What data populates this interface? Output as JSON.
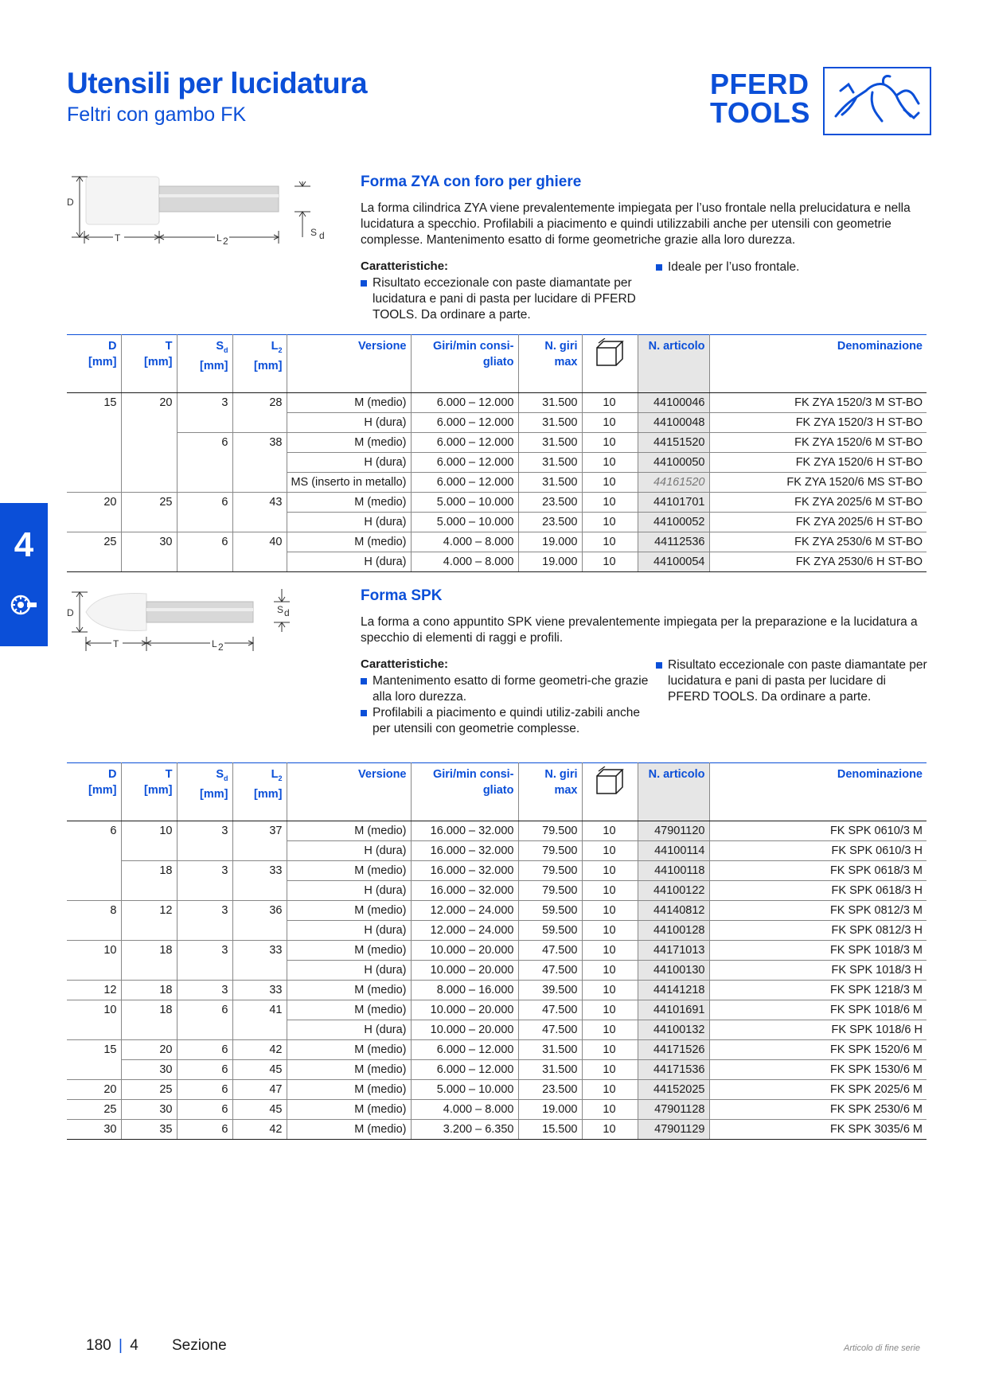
{
  "header": {
    "title": "Utensili per lucidatura",
    "subtitle": "Feltri con gambo FK"
  },
  "logo": {
    "line1": "PFERD",
    "line2": "TOOLS"
  },
  "side_tab": {
    "number": "4"
  },
  "colors": {
    "brand": "#0b4fd8",
    "article_bg": "#e6e6e6"
  },
  "table_columns": {
    "d": "D",
    "d_unit": "[mm]",
    "t": "T",
    "t_unit": "[mm]",
    "sd": "S",
    "sd_sub": "d",
    "sd_unit": "[mm]",
    "l2": "L",
    "l2_sub": "2",
    "l2_unit": "[mm]",
    "versione": "Versione",
    "giri1": "Giri/min consi-",
    "giri2": "gliato",
    "ngiri1": "N. giri",
    "ngiri2": "max",
    "pack_icon": "box-icon",
    "articolo": "N. articolo",
    "denominazione": "Denominazione"
  },
  "section1": {
    "title": "Forma ZYA con foro per ghiere",
    "description": "La forma cilindrica ZYA viene prevalentemente impiegata per l’uso frontale nella prelucidatura e nella lucidatura a specchio. Profilabili a piacimento e quindi utilizzabili anche per utensili con geometrie complesse. Mantenimento esatto di forme geometriche grazie alla loro durezza.",
    "features_heading": "Caratteristiche:",
    "features_left": [
      "Risultato eccezionale con paste diamantate per lucidatura e pani di pasta per lucidare di PFERD TOOLS. Da ordinare a parte."
    ],
    "features_right": [
      "Ideale per l’uso frontale."
    ],
    "drawing_labels": {
      "d": "D",
      "t": "T",
      "l": "L",
      "l_sub": "2",
      "s": "S",
      "s_sub": "d"
    },
    "rows": [
      [
        "15",
        "20",
        "3",
        "28",
        "M (medio)",
        "6.000 – 12.000",
        "31.500",
        "10",
        "44100046",
        "FK ZYA 1520/3 M ST-BO"
      ],
      [
        "",
        "",
        "",
        "",
        "H (dura)",
        "6.000 – 12.000",
        "31.500",
        "10",
        "44100048",
        "FK ZYA 1520/3 H ST-BO"
      ],
      [
        "",
        "",
        "6",
        "38",
        "M (medio)",
        "6.000 – 12.000",
        "31.500",
        "10",
        "44151520",
        "FK ZYA 1520/6 M ST-BO"
      ],
      [
        "",
        "",
        "",
        "",
        "H (dura)",
        "6.000 – 12.000",
        "31.500",
        "10",
        "44100050",
        "FK ZYA 1520/6 H ST-BO"
      ],
      [
        "",
        "",
        "",
        "",
        "MS (inserto in metallo)",
        "6.000 – 12.000",
        "31.500",
        "10",
        "44161520",
        "FK ZYA 1520/6 MS ST-BO"
      ],
      [
        "20",
        "25",
        "6",
        "43",
        "M (medio)",
        "5.000 – 10.000",
        "23.500",
        "10",
        "44101701",
        "FK ZYA 2025/6 M ST-BO"
      ],
      [
        "",
        "",
        "",
        "",
        "H (dura)",
        "5.000 – 10.000",
        "23.500",
        "10",
        "44100052",
        "FK ZYA 2025/6 H ST-BO"
      ],
      [
        "25",
        "30",
        "6",
        "40",
        "M (medio)",
        "4.000 – 8.000",
        "19.000",
        "10",
        "44112536",
        "FK ZYA 2530/6 M ST-BO"
      ],
      [
        "",
        "",
        "",
        "",
        "H (dura)",
        "4.000 – 8.000",
        "19.000",
        "10",
        "44100054",
        "FK ZYA 2530/6 H ST-BO"
      ]
    ]
  },
  "section2": {
    "title": "Forma SPK",
    "description": "La forma a cono appuntito SPK viene prevalentemente impiegata per la preparazione e la lucidatura a specchio di elementi di raggi e profili.",
    "features_heading": "Caratteristiche:",
    "features_left": [
      "Mantenimento esatto di forme geometri-che grazie alla loro durezza.",
      "Profilabili a piacimento e quindi utiliz-zabili anche per utensili con geometrie complesse."
    ],
    "features_right": [
      "Risultato eccezionale con paste diamantate per lucidatura e pani di pasta per lucidare di PFERD TOOLS. Da ordinare a parte."
    ],
    "drawing_labels": {
      "d": "D",
      "t": "T",
      "l": "L",
      "l_sub": "2",
      "s": "S",
      "s_sub": "d"
    },
    "rows": [
      [
        "6",
        "10",
        "3",
        "37",
        "M (medio)",
        "16.000 – 32.000",
        "79.500",
        "10",
        "47901120",
        "FK SPK 0610/3 M"
      ],
      [
        "",
        "",
        "",
        "",
        "H (dura)",
        "16.000 – 32.000",
        "79.500",
        "10",
        "44100114",
        "FK SPK 0610/3 H"
      ],
      [
        "",
        "18",
        "3",
        "33",
        "M (medio)",
        "16.000 – 32.000",
        "79.500",
        "10",
        "44100118",
        "FK SPK 0618/3 M"
      ],
      [
        "",
        "",
        "",
        "",
        "H (dura)",
        "16.000 – 32.000",
        "79.500",
        "10",
        "44100122",
        "FK SPK 0618/3 H"
      ],
      [
        "8",
        "12",
        "3",
        "36",
        "M (medio)",
        "12.000 – 24.000",
        "59.500",
        "10",
        "44140812",
        "FK SPK 0812/3 M"
      ],
      [
        "",
        "",
        "",
        "",
        "H (dura)",
        "12.000 – 24.000",
        "59.500",
        "10",
        "44100128",
        "FK SPK 0812/3 H"
      ],
      [
        "10",
        "18",
        "3",
        "33",
        "M (medio)",
        "10.000 – 20.000",
        "47.500",
        "10",
        "44171013",
        "FK SPK 1018/3 M"
      ],
      [
        "",
        "",
        "",
        "",
        "H (dura)",
        "10.000 – 20.000",
        "47.500",
        "10",
        "44100130",
        "FK SPK 1018/3 H"
      ],
      [
        "12",
        "18",
        "3",
        "33",
        "M (medio)",
        "8.000 – 16.000",
        "39.500",
        "10",
        "44141218",
        "FK SPK 1218/3 M"
      ],
      [
        "10",
        "18",
        "6",
        "41",
        "M (medio)",
        "10.000 – 20.000",
        "47.500",
        "10",
        "44101691",
        "FK SPK 1018/6 M"
      ],
      [
        "",
        "",
        "",
        "",
        "H (dura)",
        "10.000 – 20.000",
        "47.500",
        "10",
        "44100132",
        "FK SPK 1018/6 H"
      ],
      [
        "15",
        "20",
        "6",
        "42",
        "M (medio)",
        "6.000 – 12.000",
        "31.500",
        "10",
        "44171526",
        "FK SPK 1520/6 M"
      ],
      [
        "",
        "30",
        "6",
        "45",
        "M (medio)",
        "6.000 – 12.000",
        "31.500",
        "10",
        "44171536",
        "FK SPK 1530/6 M"
      ],
      [
        "20",
        "25",
        "6",
        "47",
        "M (medio)",
        "5.000 – 10.000",
        "23.500",
        "10",
        "44152025",
        "FK SPK 2025/6 M"
      ],
      [
        "25",
        "30",
        "6",
        "45",
        "M (medio)",
        "4.000 – 8.000",
        "19.000",
        "10",
        "47901128",
        "FK SPK 2530/6 M"
      ],
      [
        "30",
        "35",
        "6",
        "42",
        "M (medio)",
        "3.200 – 6.350",
        "15.500",
        "10",
        "47901129",
        "FK SPK 3035/6 M"
      ]
    ]
  },
  "footer": {
    "page": "180",
    "section_num": "4",
    "section_label": "Sezione",
    "note": "Articolo di fine serie"
  }
}
